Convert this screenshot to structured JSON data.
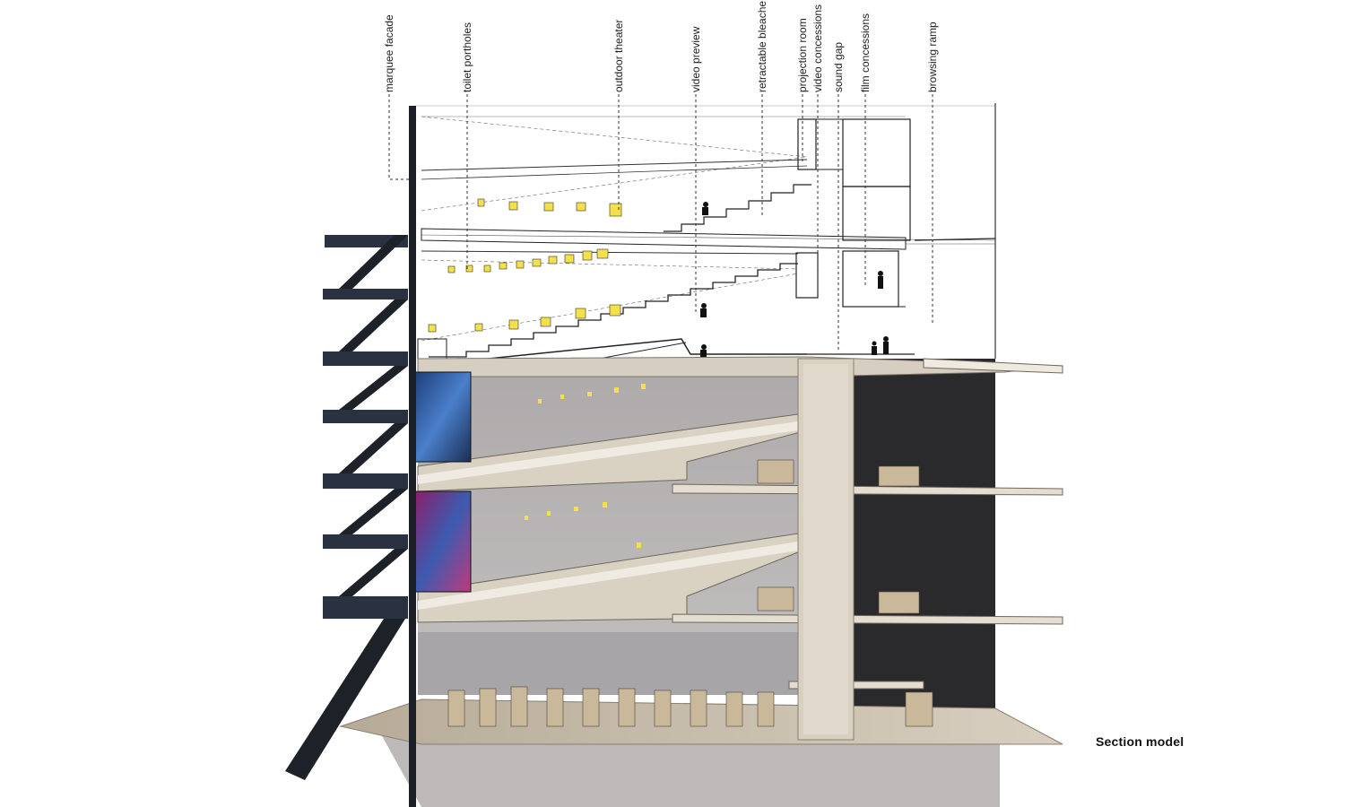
{
  "diagram": {
    "labels": [
      {
        "id": "marquee-facade",
        "text": "marquee facade"
      },
      {
        "id": "toilet-portholes",
        "text": "toilet portholes"
      },
      {
        "id": "outdoor-theater",
        "text": "outdoor theater"
      },
      {
        "id": "video-preview",
        "text": "video preview"
      },
      {
        "id": "retractable-bleachers",
        "text": "retractable bleachers"
      },
      {
        "id": "projection-room",
        "text": "projection room"
      },
      {
        "id": "video-concessions",
        "text": "video concessions"
      },
      {
        "id": "sound-gap",
        "text": "sound gap"
      },
      {
        "id": "film-concessions",
        "text": "film concessions"
      },
      {
        "id": "browsing-ramp",
        "text": "browsing ramp"
      }
    ],
    "caption": "Section model"
  },
  "colors": {
    "ink": "#222222",
    "slab": "#cfc6b8",
    "slab_edge": "#e8e2d8",
    "wall": "#b5b2b4",
    "shadow": "#8b8888",
    "dark": "#1d2128",
    "stair": "#2a3140",
    "core": "#d9d2c4",
    "porthole": "#f3e04a",
    "screen_blue": "#2f5fa8",
    "screen_pink": "#b23a78"
  }
}
